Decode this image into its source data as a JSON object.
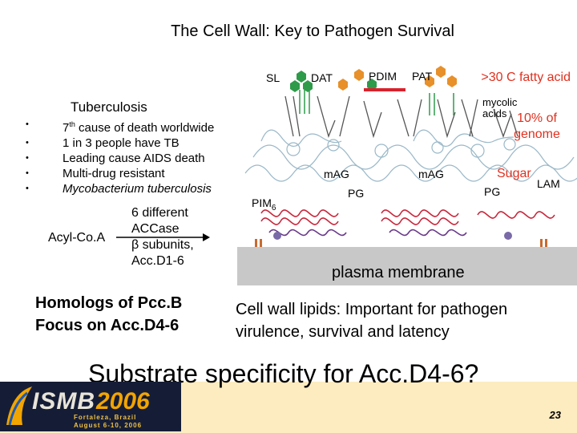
{
  "slide": {
    "title": "The Cell Wall: Key to Pathogen  Survival",
    "tb_heading": "Tuberculosis",
    "bullets": [
      "7th cause of death worldwide",
      "1 in 3 people have TB",
      "Leading cause AIDS death",
      "Multi-drug resistant",
      "Mycobacterium tuberculosis"
    ],
    "acyl_label": "Acyl-Co.A",
    "subunits_lines": [
      "6 different",
      "ACCase",
      "β subunits,",
      "Acc.D1-6"
    ],
    "homologs_lines": [
      "Homologs of Pcc.B",
      "Focus on Acc.D4-6"
    ],
    "lipids_lines": [
      "Cell wall lipids: Important for pathogen",
      "virulence, survival and latency"
    ],
    "substrate": "Substrate specificity for Acc.D4-6?",
    "page_number": "23"
  },
  "annotations": {
    "fatty_acid": ">30 C fatty acid",
    "genome_lines": [
      "10% of",
      "genome"
    ],
    "sugar": "Sugar"
  },
  "diagram": {
    "labels": {
      "sl": "SL",
      "dat": "DAT",
      "pdim": "PDIM",
      "pat": "PAT",
      "mycolic_lines": [
        "mycolic",
        "acids"
      ],
      "mag_left": "mAG",
      "mag_right": "mAG",
      "pg_left": "PG",
      "pg_right": "PG",
      "lam": "LAM",
      "pim": "PIM",
      "pim_sub": "6",
      "membrane": "plasma membrane"
    },
    "colors": {
      "hexagon_green": "#2e9b4a",
      "hexagon_orange": "#e8902a",
      "pdim_bar": "#d8222c",
      "coil_red": "#c8283c",
      "coil_purple": "#6a3a8a",
      "sugar_chain": "#9ab8c8",
      "membrane": "#c8c8c8"
    }
  },
  "logo": {
    "text_main": "ISMB",
    "text_year": "2006",
    "line1": "Fortaleza, Brazil",
    "line2": "August 6-10, 2006"
  }
}
